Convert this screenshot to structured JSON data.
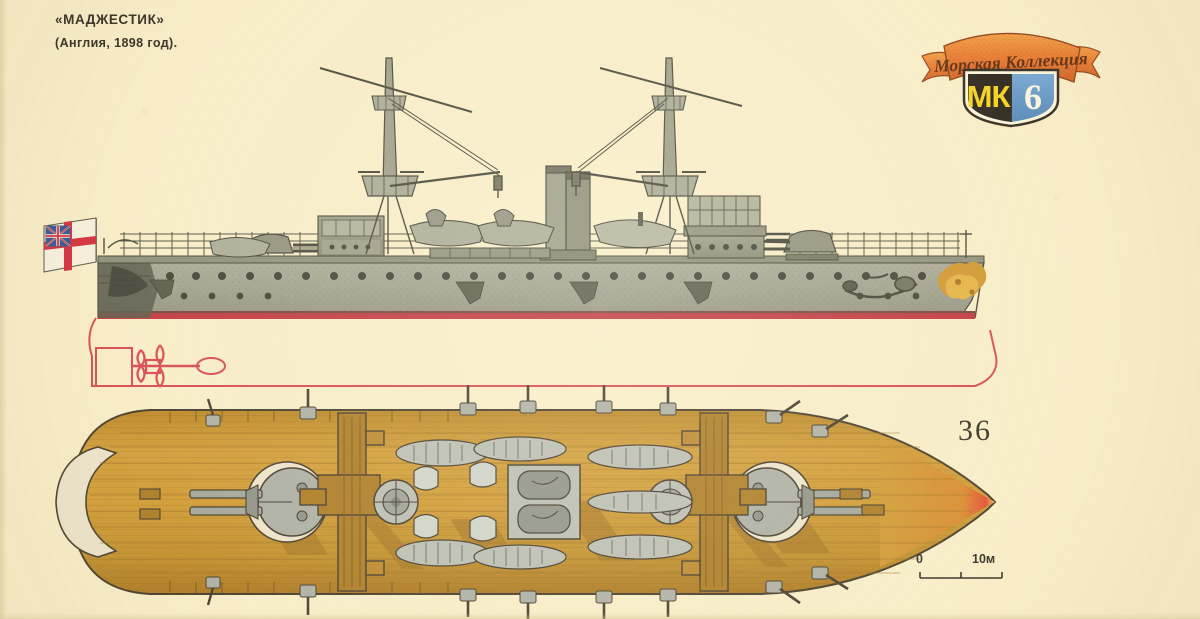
{
  "page": {
    "background_color": "#f9eeca",
    "number": "36"
  },
  "caption": {
    "ship_name": "«МАДЖЕСТИК»",
    "origin_year": "(Англия,  1898  год)."
  },
  "logo": {
    "ribbon_text": "Морская Коллекция",
    "shield_left_text": "МК",
    "shield_right_text": "6",
    "ribbon_color": "#e8762a",
    "shield_left_color": "#1f1a14",
    "shield_right_color": "#5b93c9",
    "shield_left_text_color": "#f5d117",
    "shield_right_text_color": "#fbf6e4"
  },
  "scale_bar": {
    "start_label": "0",
    "end_label": "10м"
  },
  "drawings": {
    "profile": {
      "name": "side-profile-view",
      "hull_color": "#9b9c8c",
      "waterline_color": "#c0303c",
      "underwater_outline_color": "#d6434f",
      "superstructure_color": "#8d8f7c",
      "bow_ornament_color": "#d0932a",
      "flag_name": "white-ensign",
      "flag_field_color": "#f6f1e2",
      "flag_cross_color": "#cf2436",
      "flag_canton_color": "#2b4b8c"
    },
    "plan": {
      "name": "deck-plan-view",
      "deck_color": "#c8912e",
      "deck_shadow_color": "#9c6c1b",
      "structure_color": "#a9771f",
      "metal_color": "#b9bcb4",
      "bow_tip_color": "#e4452c",
      "outline_color": "#3d3426"
    }
  }
}
